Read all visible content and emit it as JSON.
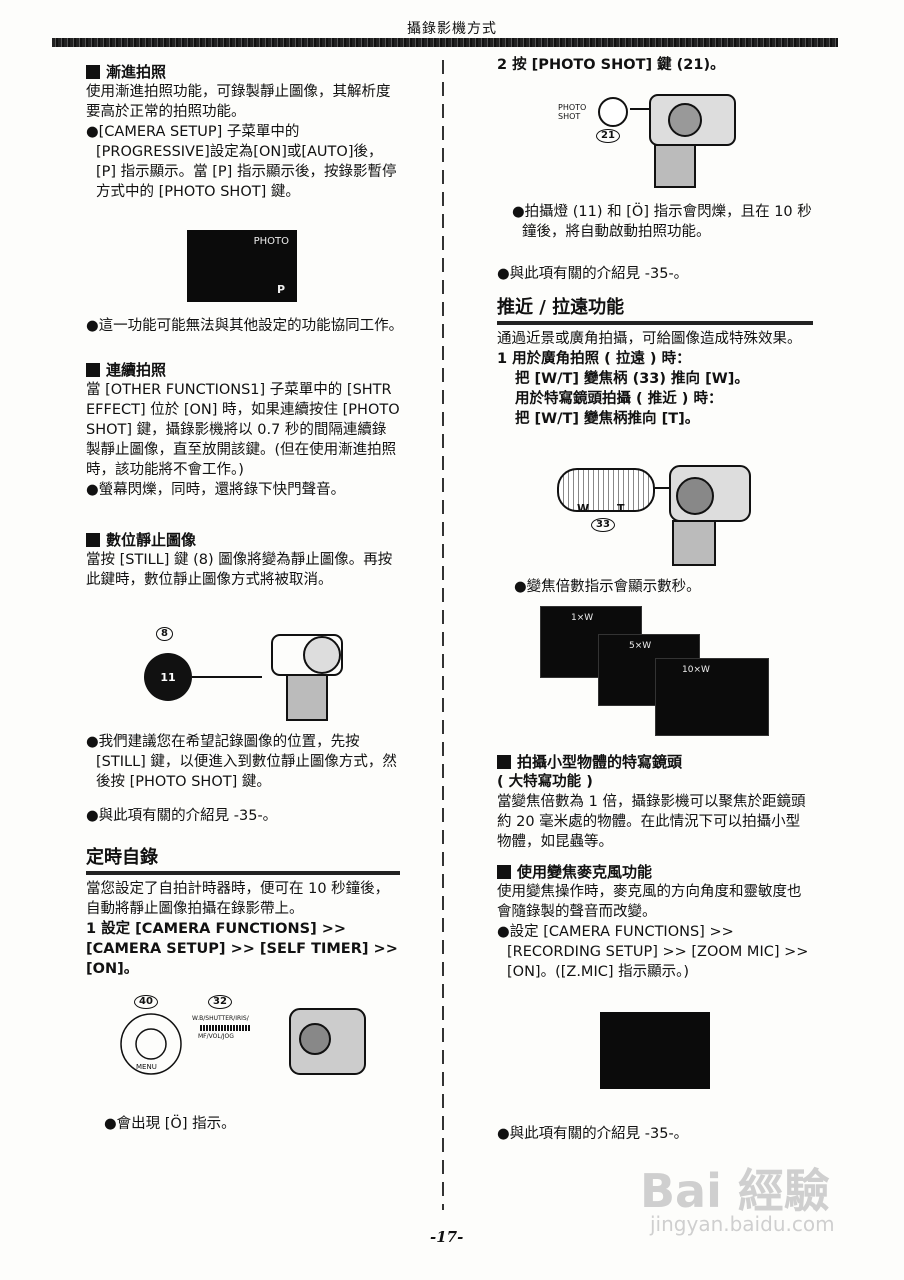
{
  "header": {
    "title": "攝錄影機方式"
  },
  "left": {
    "s1": {
      "heading": "漸進拍照",
      "body": "使用漸進拍照功能，可錄製靜止圖像，其解析度要高於正常的拍照功能。",
      "bullet1": "●[CAMERA SETUP] 子菜單中的 [PROGRESSIVE]設定為[ON]或[AUTO]後，[P] 指示顯示。當 [P] 指示顯示後，按錄影暫停方式中的 [PHOTO SHOT] 鍵。",
      "screen_text": "PHOTO",
      "screen_p": "P",
      "bullet2": "●這一功能可能無法與其他設定的功能協同工作。"
    },
    "s2": {
      "heading": "連續拍照",
      "body": "當 [OTHER FUNCTIONS1] 子菜單中的 [SHTR EFFECT] 位於 [ON] 時，如果連續按住 [PHOTO SHOT] 鍵，攝錄影機將以 0.7 秒的間隔連續錄製靜止圖像，直至放開該鍵。(但在使用漸進拍照時，該功能將不會工作。)",
      "bullet1": "●螢幕閃爍，同時，還將錄下快門聲音。"
    },
    "s3": {
      "heading": "數位靜止圖像",
      "body": "當按 [STILL] 鍵 (8) 圖像將變為靜止圖像。再按此鍵時，數位靜止圖像方式將被取消。",
      "fig_num": "8",
      "fig_btn": "11",
      "bullet1": "●我們建議您在希望記錄圖像的位置，先按 [STILL] 鍵，以便進入到數位靜止圖像方式，然後按 [PHOTO SHOT] 鍵。",
      "ref": "●與此項有關的介紹見 -35-。"
    },
    "s4": {
      "heading": "定時自錄",
      "body": "當您設定了自拍計時器時，便可在 10 秒鐘後，自動將靜止圖像拍攝在錄影帶上。",
      "step1": "1 設定 [CAMERA FUNCTIONS] >> [CAMERA SETUP] >> [SELF TIMER] >> [ON]。",
      "fig_num_a": "40",
      "fig_num_b": "32",
      "fig_menu": "MENU",
      "fig_sw1": "W.B/SHUTTER/IRIS/",
      "fig_sw2": "MF/VOL/JOG",
      "bullet1": "●會出現 [Ö] 指示。"
    }
  },
  "right": {
    "step2": "2 按 [PHOTO SHOT] 鍵 (21)。",
    "fig_photo_label1": "PHOTO",
    "fig_photo_label2": "SHOT",
    "fig_num21": "21",
    "bullet_lamp": "●拍攝燈 (11) 和 [Ö] 指示會閃爍，且在 10 秒鐘後，將自動啟動拍照功能。",
    "ref1": "●與此項有關的介紹見 -35-。",
    "zoom": {
      "heading": "推近 / 拉遠功能",
      "body": "通過近景或廣角拍攝，可給圖像造成特殊效果。",
      "step1a": "1 用於廣角拍照 ( 拉遠 ) 時：",
      "step1b": "把 [W/T] 變焦柄 (33) 推向 [W]。",
      "step1c": "用於特寫鏡頭拍攝 ( 推近 ) 時：",
      "step1d": "把 [W/T] 變焦柄推向 [T]。",
      "fig_w": "W",
      "fig_t": "T",
      "fig_num33": "33",
      "bullet1": "●變焦倍數指示會顯示數秒。",
      "zoom_labels": [
        "1×W",
        "5×W",
        "10×W"
      ]
    },
    "macro": {
      "heading": "拍攝小型物體的特寫鏡頭",
      "sub": "( 大特寫功能 )",
      "body": "當變焦倍數為 1 倍，攝錄影機可以聚焦於距鏡頭約 20 毫米處的物體。在此情況下可以拍攝小型物體，如昆蟲等。"
    },
    "mic": {
      "heading": "使用變焦麥克風功能",
      "body": "使用變焦操作時，麥克風的方向角度和靈敏度也會隨錄製的聲音而改變。",
      "bullet1": "●設定 [CAMERA FUNCTIONS] >> [RECORDING SETUP] >> [ZOOM MIC] >> [ON]。([Z.MIC] 指示顯示。)",
      "ref": "●與此項有關的介紹見 -35-。"
    }
  },
  "footer": {
    "page": "-17-"
  },
  "watermark": {
    "brand": "Bai 經驗",
    "url": "jingyan.baidu.com"
  }
}
